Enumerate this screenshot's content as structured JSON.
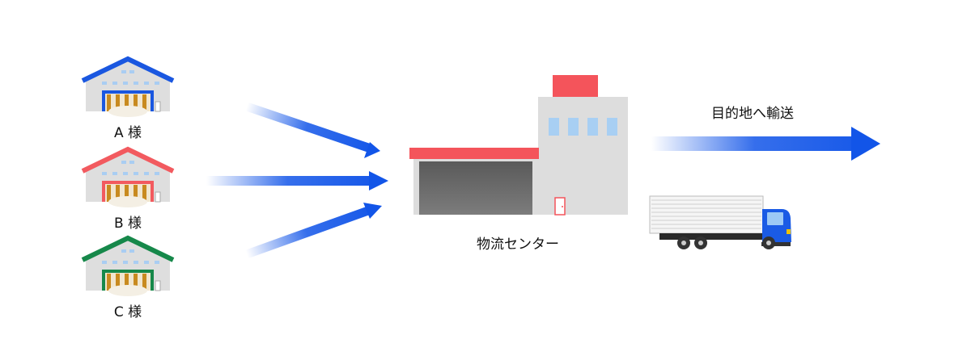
{
  "warehouses": [
    {
      "label": "A 様",
      "roof_color": "#1a57e0",
      "door_color": "#1a57e0"
    },
    {
      "label": "B 様",
      "roof_color": "#f25a5f",
      "door_color": "#f25a5f"
    },
    {
      "label": "C 様",
      "roof_color": "#16884a",
      "door_color": "#16884a"
    }
  ],
  "center": {
    "label": "物流センター",
    "accent_color": "#f4545b"
  },
  "destination": {
    "label": "目的地へ輸送"
  },
  "arrow_color": "#1255e8",
  "truck_cab_color": "#1a5be5"
}
